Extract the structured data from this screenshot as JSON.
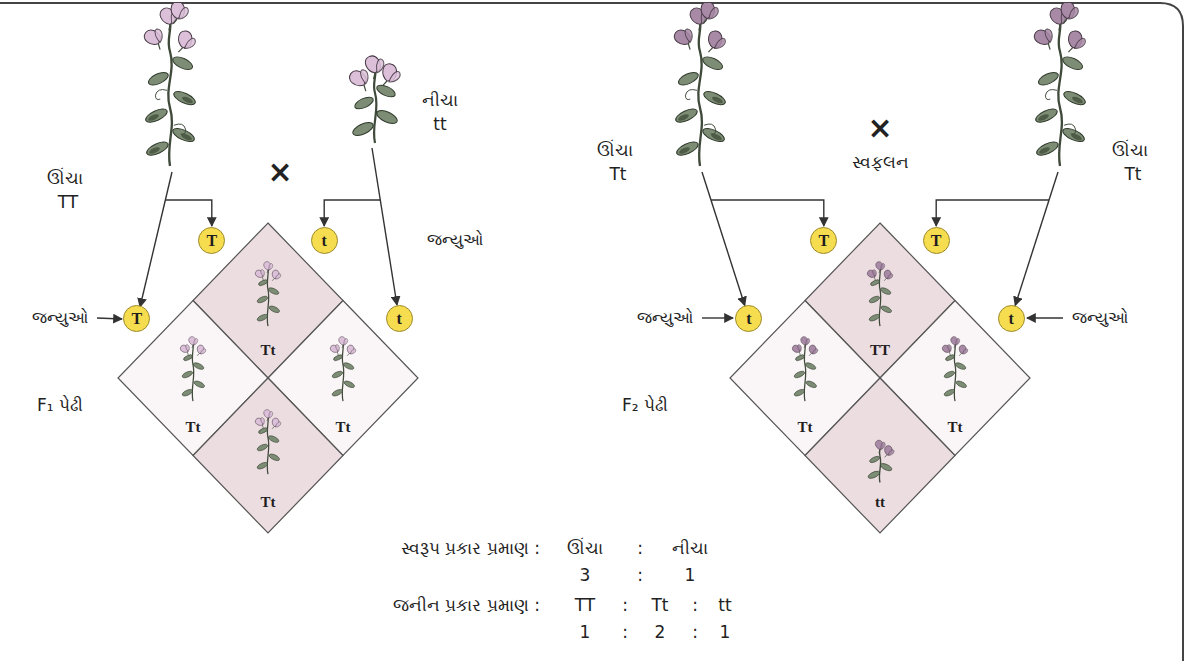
{
  "diagram": {
    "nodes": [
      {
        "text": [
          "T"
        ]
      },
      {
        "text": [
          "T"
        ]
      },
      {
        "text": [
          "t"
        ]
      },
      {
        "text": [
          "t"
        ]
      },
      {
        "text": [
          "Tt"
        ]
      },
      {
        "text": [
          "Tt"
        ]
      },
      {
        "text": [
          "Tt"
        ]
      },
      {
        "text": [
          "Tt"
        ]
      },
      {
        "text": [
          "T"
        ]
      },
      {
        "text": [
          "t"
        ]
      },
      {
        "text": [
          "T"
        ]
      },
      {
        "text": [
          "t"
        ]
      },
      {
        "text": [
          "TT"
        ]
      },
      {
        "text": [
          "Tt"
        ]
      },
      {
        "text": [
          "Tt"
        ]
      },
      {
        "text": [
          "tt"
        ]
      }
    ],
    "labels": [
      "ઊંચા",
      "TT",
      "×",
      "નીચા",
      "tt",
      "જન્યુઓ",
      "જન્યુઓ",
      "F₁ પેઢી",
      "ઊંચા",
      "Tt",
      "×",
      "સ્વફલન",
      "ઊંચા",
      "Tt",
      "જન્યુઓ",
      "જન્યુઓ",
      "F₂ પેઢી",
      "સ્વરૂપ પ્રકાર પ્રમાણ :",
      "ઊંચા",
      ":",
      "નીચા",
      "3",
      ":",
      "1",
      "જનીન પ્રકાર પ્રમાણ :",
      "TT",
      ":",
      "Tt",
      ":",
      "tt",
      "1",
      ":",
      "2",
      ":",
      "1"
    ]
  }
}
